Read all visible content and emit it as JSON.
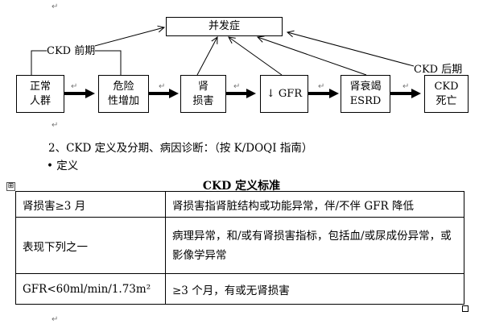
{
  "flow": {
    "top_box": "并发症",
    "label_left": "CKD 前期",
    "label_right": "CKD 后期",
    "steps": [
      {
        "line1": "正常",
        "line2": "人群"
      },
      {
        "line1": "危险",
        "line2": "性增加"
      },
      {
        "line1": "肾",
        "line2": "损害"
      },
      {
        "line1": "↓ GFR",
        "line2": ""
      },
      {
        "line1": "肾衰竭",
        "line2": "ESRD"
      },
      {
        "line1": "CKD",
        "line2": "死亡"
      }
    ]
  },
  "section": {
    "heading": "2、CKD 定义及分期、病因诊断：（按 K/DOQI 指南）",
    "bullet": "• 定义"
  },
  "table": {
    "title": "CKD 定义标准",
    "rows": [
      {
        "left": "肾损害≥3 月",
        "right": "肾损害指肾脏结构或功能异常，伴/不伴 GFR 降低"
      },
      {
        "left": "表现下列之一",
        "right": "病理异常，和/或有肾损害指标，包括血/或尿成份异常，或影像学异常"
      },
      {
        "left": "GFR<60ml/min/1.73m²",
        "right": "≥3 个月，有或无肾损害"
      }
    ]
  },
  "marks": {
    "paragraph": "↵",
    "table_anchor": "⊞"
  }
}
